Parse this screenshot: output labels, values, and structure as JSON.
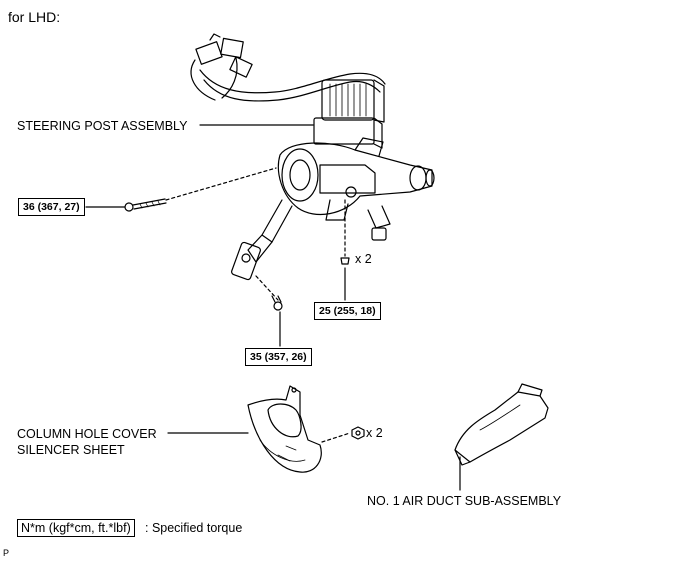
{
  "header": {
    "title": "for LHD:"
  },
  "parts": {
    "steering_post": "STEERING POST ASSEMBLY",
    "column_cover_line1": "COLUMN HOLE COVER",
    "column_cover_line2": "SILENCER SHEET",
    "air_duct": "NO. 1 AIR DUCT SUB-ASSEMBLY"
  },
  "torques": {
    "t1": "36 (367, 27)",
    "t2": "25 (255, 18)",
    "t3": "35 (357, 26)"
  },
  "quantities": {
    "q1": "x 2",
    "q2": "x 2"
  },
  "legend": {
    "box": "N*m (kgf*cm, ft.*lbf)",
    "text": ": Specified torque"
  },
  "footer": {
    "code": "P"
  },
  "colors": {
    "line": "#000000",
    "background": "#ffffff"
  }
}
